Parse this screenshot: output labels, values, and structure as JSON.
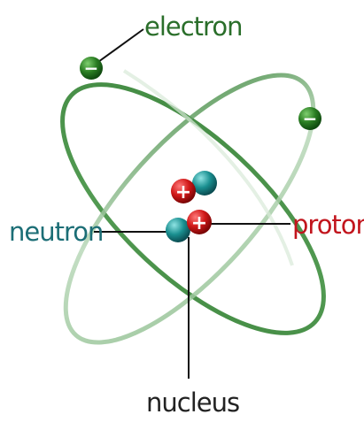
{
  "labels": {
    "electron": "electron",
    "neutron": "neutron",
    "proton": "proton",
    "nucleus": "nucleus"
  },
  "symbols": {
    "electron_charge": "−",
    "proton_charge": "+"
  },
  "colors": {
    "orbit": "#2e7d2e",
    "electron": "#1f6b1f",
    "proton": "#cc1f1f",
    "neutron": "#1a8a8a",
    "electron_label": "#2a6e2a",
    "neutron_label": "#1c6e76",
    "proton_label": "#c2151d",
    "nucleus_label": "#222222",
    "leader": "#111111"
  }
}
